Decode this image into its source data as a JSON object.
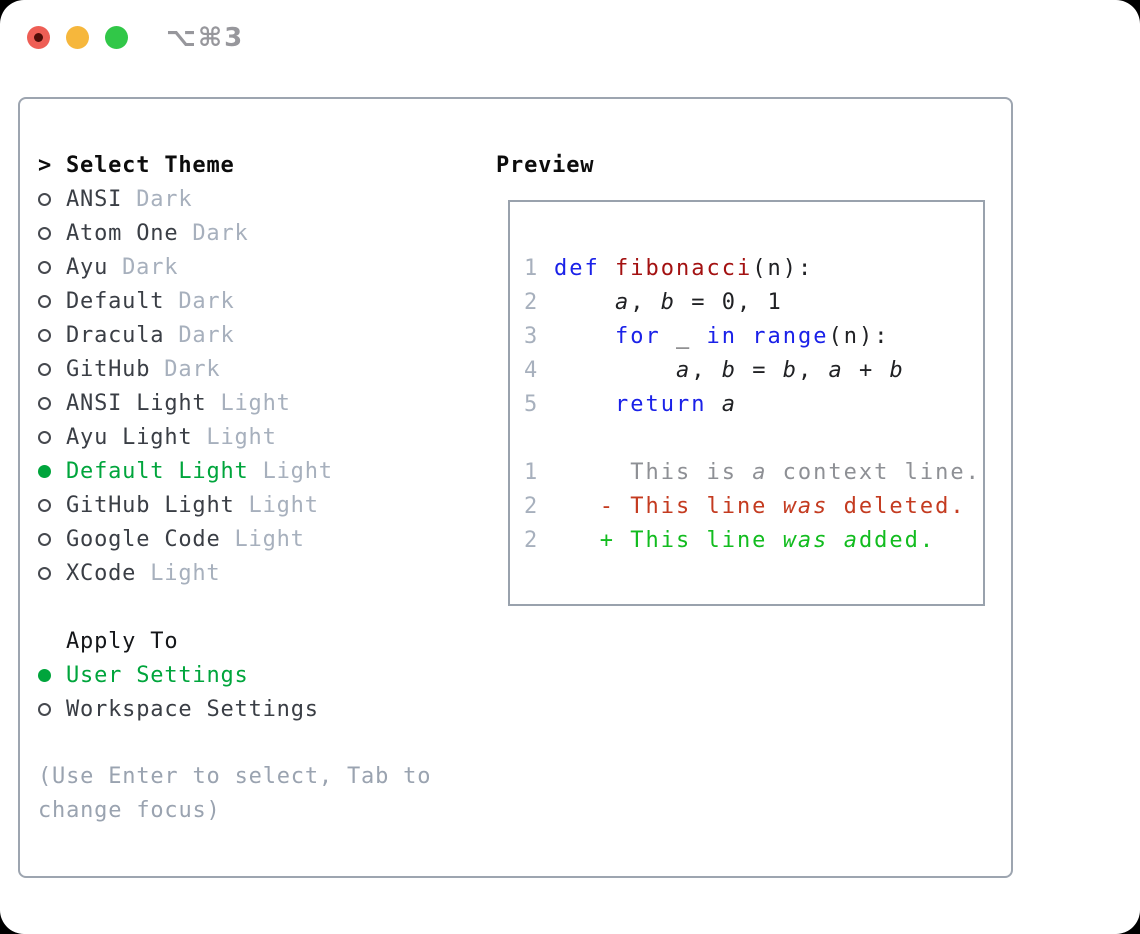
{
  "window": {
    "title": "⌥⌘3"
  },
  "theme_panel": {
    "header": {
      "cursor": ">",
      "label": "Select Theme"
    },
    "themes": [
      {
        "name": "ANSI",
        "tag": "Dark",
        "selected": false
      },
      {
        "name": "Atom One",
        "tag": "Dark",
        "selected": false
      },
      {
        "name": "Ayu",
        "tag": "Dark",
        "selected": false
      },
      {
        "name": "Default",
        "tag": "Dark",
        "selected": false
      },
      {
        "name": "Dracula",
        "tag": "Dark",
        "selected": false
      },
      {
        "name": "GitHub",
        "tag": "Dark",
        "selected": false
      },
      {
        "name": "ANSI Light",
        "tag": "Light",
        "selected": false
      },
      {
        "name": "Ayu Light",
        "tag": "Light",
        "selected": false
      },
      {
        "name": "Default Light",
        "tag": "Light",
        "selected": true
      },
      {
        "name": "GitHub Light",
        "tag": "Light",
        "selected": false
      },
      {
        "name": "Google Code",
        "tag": "Light",
        "selected": false
      },
      {
        "name": "XCode",
        "tag": "Light",
        "selected": false
      }
    ],
    "apply_to": {
      "label": "Apply To",
      "options": [
        {
          "name": "User Settings",
          "selected": true
        },
        {
          "name": "Workspace Settings",
          "selected": false
        }
      ]
    },
    "hint": "(Use Enter to select, Tab to change focus)"
  },
  "preview": {
    "header": "Preview",
    "lines": [
      {
        "num": "1",
        "tokens": [
          {
            "t": "def",
            "c": "kw"
          },
          {
            "t": " ",
            "c": ""
          },
          {
            "t": "fibonacci",
            "c": "fn"
          },
          {
            "t": "(n):",
            "c": ""
          }
        ]
      },
      {
        "num": "2",
        "tokens": [
          {
            "t": "    ",
            "c": ""
          },
          {
            "t": "a",
            "c": "it"
          },
          {
            "t": ", ",
            "c": ""
          },
          {
            "t": "b",
            "c": "it"
          },
          {
            "t": " = 0, 1",
            "c": ""
          }
        ]
      },
      {
        "num": "3",
        "tokens": [
          {
            "t": "    ",
            "c": ""
          },
          {
            "t": "for",
            "c": "kw"
          },
          {
            "t": " _ ",
            "c": ""
          },
          {
            "t": "in",
            "c": "kw"
          },
          {
            "t": " ",
            "c": ""
          },
          {
            "t": "range",
            "c": "kw"
          },
          {
            "t": "(n):",
            "c": ""
          }
        ]
      },
      {
        "num": "4",
        "tokens": [
          {
            "t": "        ",
            "c": ""
          },
          {
            "t": "a",
            "c": "it"
          },
          {
            "t": ", ",
            "c": ""
          },
          {
            "t": "b",
            "c": "it"
          },
          {
            "t": " = ",
            "c": ""
          },
          {
            "t": "b",
            "c": "it"
          },
          {
            "t": ", ",
            "c": ""
          },
          {
            "t": "a",
            "c": "it"
          },
          {
            "t": " + ",
            "c": ""
          },
          {
            "t": "b",
            "c": "it"
          }
        ]
      },
      {
        "num": "5",
        "tokens": [
          {
            "t": "    ",
            "c": ""
          },
          {
            "t": "return",
            "c": "kw"
          },
          {
            "t": " ",
            "c": ""
          },
          {
            "t": "a",
            "c": "it"
          }
        ]
      },
      {
        "num": "",
        "tokens": []
      },
      {
        "num": "1",
        "tokens": [
          {
            "t": "     This is ",
            "c": "ctx"
          },
          {
            "t": "a",
            "c": "ctx it"
          },
          {
            "t": " context line.",
            "c": "ctx"
          }
        ]
      },
      {
        "num": "2",
        "tokens": [
          {
            "t": "   - This line ",
            "c": "del"
          },
          {
            "t": "was",
            "c": "del it"
          },
          {
            "t": " deleted.",
            "c": "del"
          }
        ]
      },
      {
        "num": "2",
        "tokens": [
          {
            "t": "   + This line ",
            "c": "add"
          },
          {
            "t": "was",
            "c": "add it"
          },
          {
            "t": " ",
            "c": "add"
          },
          {
            "t": "a",
            "c": "add it"
          },
          {
            "t": "dded.",
            "c": "add"
          }
        ]
      }
    ]
  },
  "colors": {
    "accent_green": "#00a53c",
    "added_green": "#12bc1f",
    "deleted_red": "#c43b20",
    "keyword_blue": "#1a21e8",
    "function_red": "#a31111",
    "line_number_gray": "#a7b0bd",
    "context_gray": "#8e9095",
    "tag_gray": "#a7b0bd",
    "hint_gray": "#9aa3b0",
    "border_gray": "#9da5b0",
    "traffic_red": "#ee5e55",
    "traffic_yellow": "#f6b73c",
    "traffic_green": "#31c748"
  }
}
